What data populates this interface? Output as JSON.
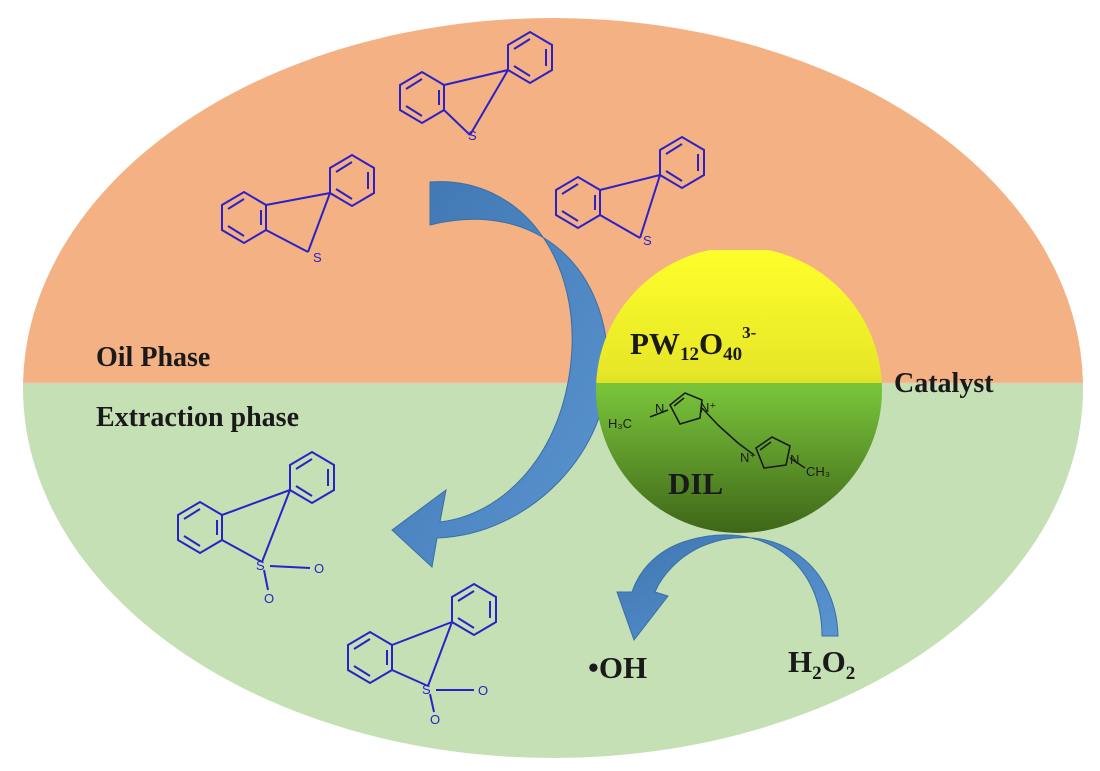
{
  "phases": {
    "oil": "Oil Phase",
    "extraction": "Extraction phase"
  },
  "catalyst": {
    "label": "Catalyst",
    "anion": {
      "base": "PW",
      "sub1": "12",
      "mid": "O",
      "sub2": "40",
      "sup": "3-"
    },
    "ionic_liquid": "DIL",
    "dil_atoms": {
      "left_methyl": "H₃C",
      "n": "N",
      "n_plus": "N⁺",
      "right_methyl": "CH₃"
    }
  },
  "species": {
    "hydroxyl": "•OH",
    "peroxide": {
      "h": "H",
      "sub1": "2",
      "o": "O",
      "sub2": "2"
    },
    "sulfur": "S",
    "oxygen": "O"
  },
  "colors": {
    "oil_phase": "#f4b183",
    "extraction_phase": "#c5e0b4",
    "molecule": "#2a22c8",
    "arrow": "#4e86c0",
    "sphere_top": "#ffff33",
    "sphere_bottom": "#4f7a1c"
  }
}
